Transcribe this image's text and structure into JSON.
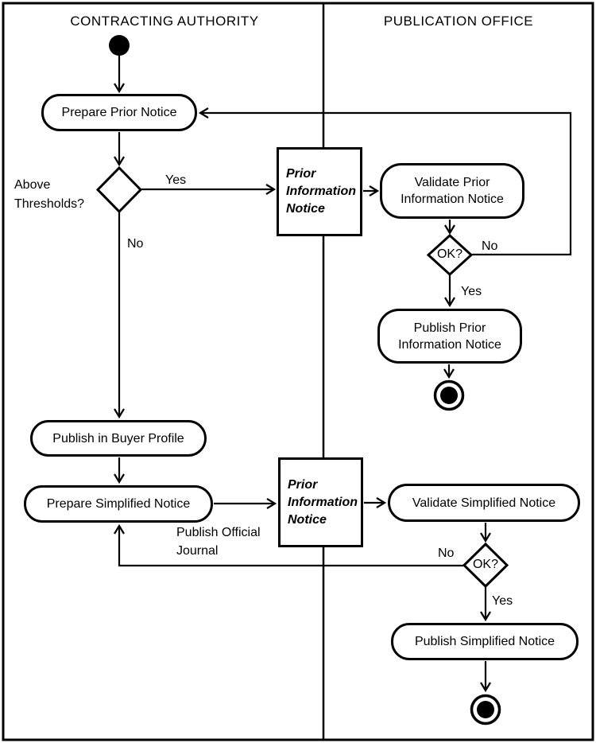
{
  "lanes": {
    "left": "CONTRACTING AUTHORITY",
    "right": "PUBLICATION OFFICE"
  },
  "activities": {
    "prepare_prior_notice": "Prepare Prior Notice",
    "validate_prior_information_notice": "Validate Prior Information Notice",
    "publish_prior_information_notice": "Publish Prior Information Notice",
    "publish_in_buyer_profile": "Publish in Buyer Profile",
    "prepare_simplified_notice": "Prepare Simplified Notice",
    "validate_simplified_notice": "Validate Simplified Notice",
    "publish_simplified_notice": "Publish Simplified Notice"
  },
  "objects": {
    "prior_information_notice_top": "Prior Information Notice",
    "prior_information_notice_bottom": "Prior Information Notice"
  },
  "decisions": {
    "above_thresholds": "Above Thresholds?",
    "ok_top": "OK?",
    "ok_bottom": "OK?"
  },
  "edge_labels": {
    "thresholds_yes": "Yes",
    "thresholds_no": "No",
    "ok_top_no": "No",
    "ok_top_yes": "Yes",
    "publish_official_journal": "Publish Official Journal",
    "ok_bottom_no": "No",
    "ok_bottom_yes": "Yes"
  },
  "colors": {
    "line": "#000000",
    "background": "#ffffff"
  }
}
